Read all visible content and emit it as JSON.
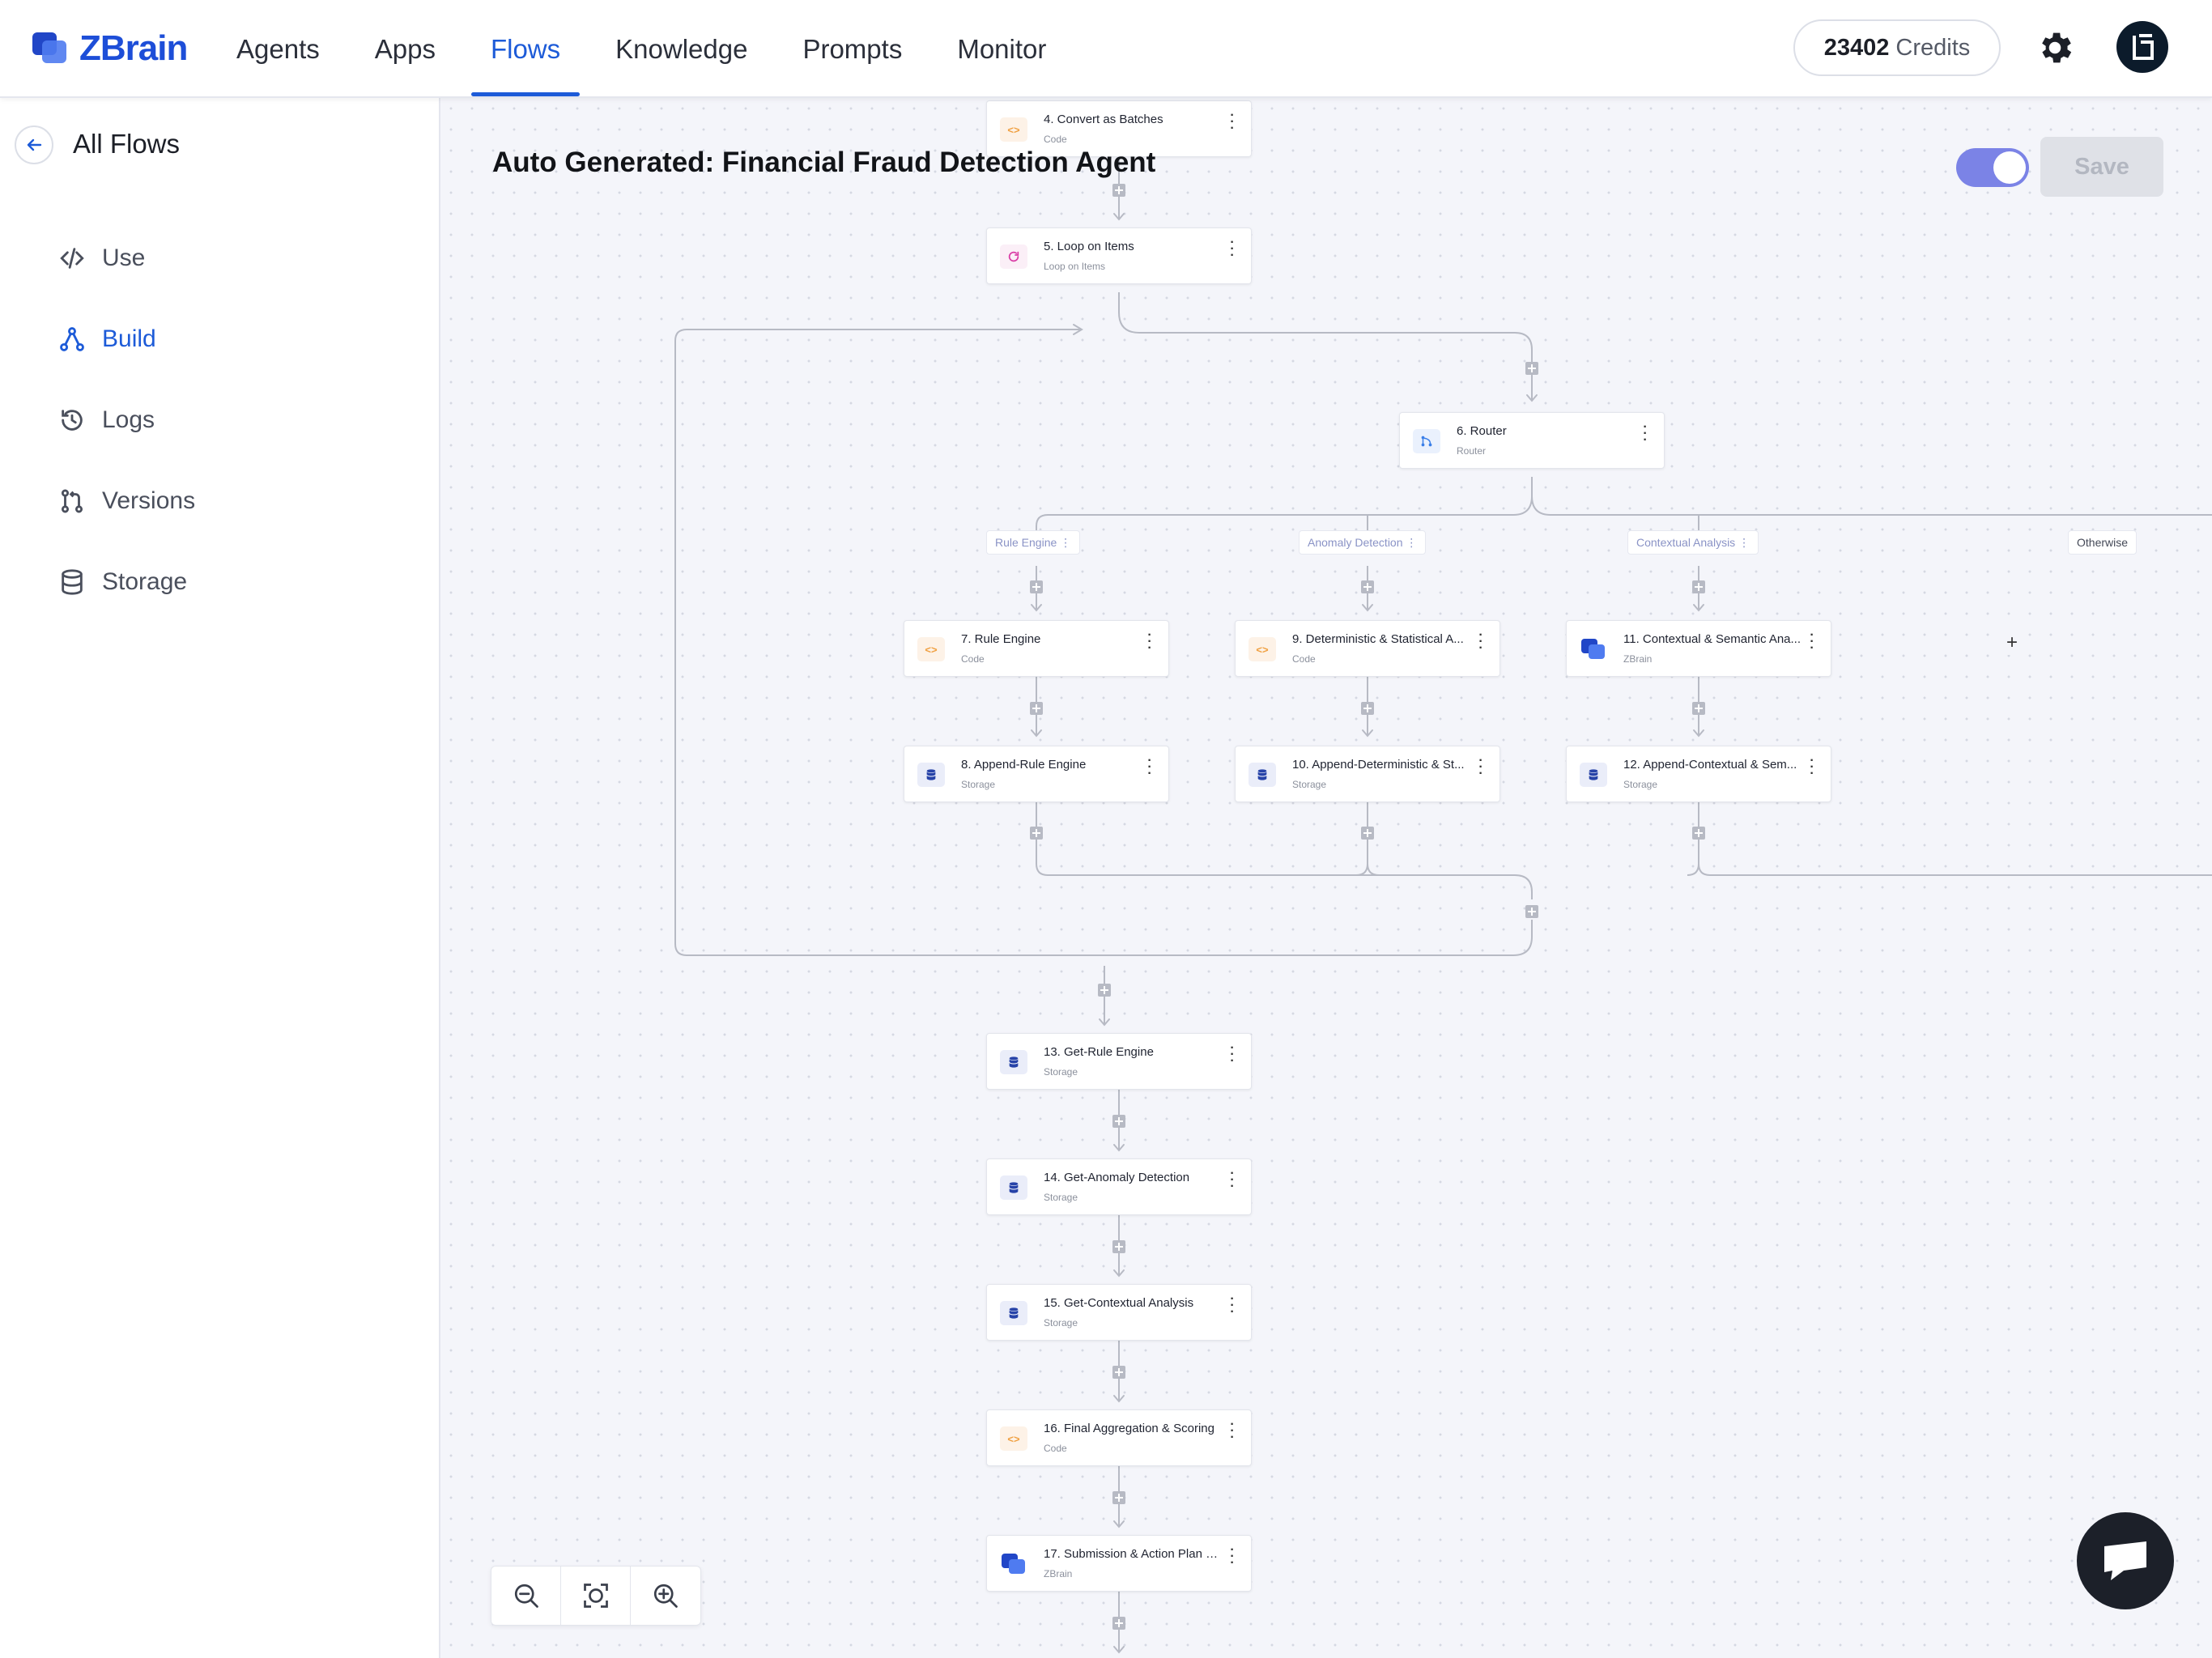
{
  "app": {
    "logo_text": "ZBrain",
    "brand_color": "#1d4ed8",
    "nav": [
      {
        "label": "Agents"
      },
      {
        "label": "Apps"
      },
      {
        "label": "Flows",
        "active": true
      },
      {
        "label": "Knowledge"
      },
      {
        "label": "Prompts"
      },
      {
        "label": "Monitor"
      }
    ],
    "credits_value": "23402",
    "credits_label": "Credits"
  },
  "sidebar": {
    "back_label": "All Flows",
    "items": [
      {
        "label": "Use",
        "icon": "code-icon"
      },
      {
        "label": "Build",
        "icon": "flow-tree-icon",
        "active": true
      },
      {
        "label": "Logs",
        "icon": "history-icon"
      },
      {
        "label": "Versions",
        "icon": "branch-icon"
      },
      {
        "label": "Storage",
        "icon": "database-icon"
      }
    ]
  },
  "canvas": {
    "title": "Auto Generated: Financial Fraud Detection Agent",
    "save_label": "Save",
    "toggle_on": true,
    "accent_color": "#7b83e6",
    "nodes": [
      {
        "title": "4. Convert as Batches",
        "subtitle": "Code",
        "type": "code"
      },
      {
        "title": "5. Loop on Items",
        "subtitle": "Loop on Items",
        "type": "loop"
      },
      {
        "title": "6. Router",
        "subtitle": "Router",
        "type": "router"
      },
      {
        "title": "7. Rule Engine",
        "subtitle": "Code",
        "type": "code"
      },
      {
        "title": "8. Append-Rule Engine",
        "subtitle": "Storage",
        "type": "storage"
      },
      {
        "title": "9. Deterministic & Statistical A...",
        "subtitle": "Code",
        "type": "code"
      },
      {
        "title": "10. Append-Deterministic & St...",
        "subtitle": "Storage",
        "type": "storage"
      },
      {
        "title": "11. Contextual & Semantic Ana...",
        "subtitle": "ZBrain",
        "type": "zbrain"
      },
      {
        "title": "12. Append-Contextual & Sem...",
        "subtitle": "Storage",
        "type": "storage"
      },
      {
        "title": "13. Get-Rule Engine",
        "subtitle": "Storage",
        "type": "storage"
      },
      {
        "title": "14. Get-Anomaly Detection",
        "subtitle": "Storage",
        "type": "storage"
      },
      {
        "title": "15. Get-Contextual Analysis",
        "subtitle": "Storage",
        "type": "storage"
      },
      {
        "title": "16. Final Aggregation & Scoring",
        "subtitle": "Code",
        "type": "code"
      },
      {
        "title": "17. Submission & Action Plan R...",
        "subtitle": "ZBrain",
        "type": "zbrain"
      }
    ],
    "branches": [
      {
        "label": "Rule Engine"
      },
      {
        "label": "Anomaly Detection"
      },
      {
        "label": "Contextual Analysis"
      },
      {
        "label": "Otherwise"
      }
    ],
    "add_branch_symbol": "+"
  }
}
